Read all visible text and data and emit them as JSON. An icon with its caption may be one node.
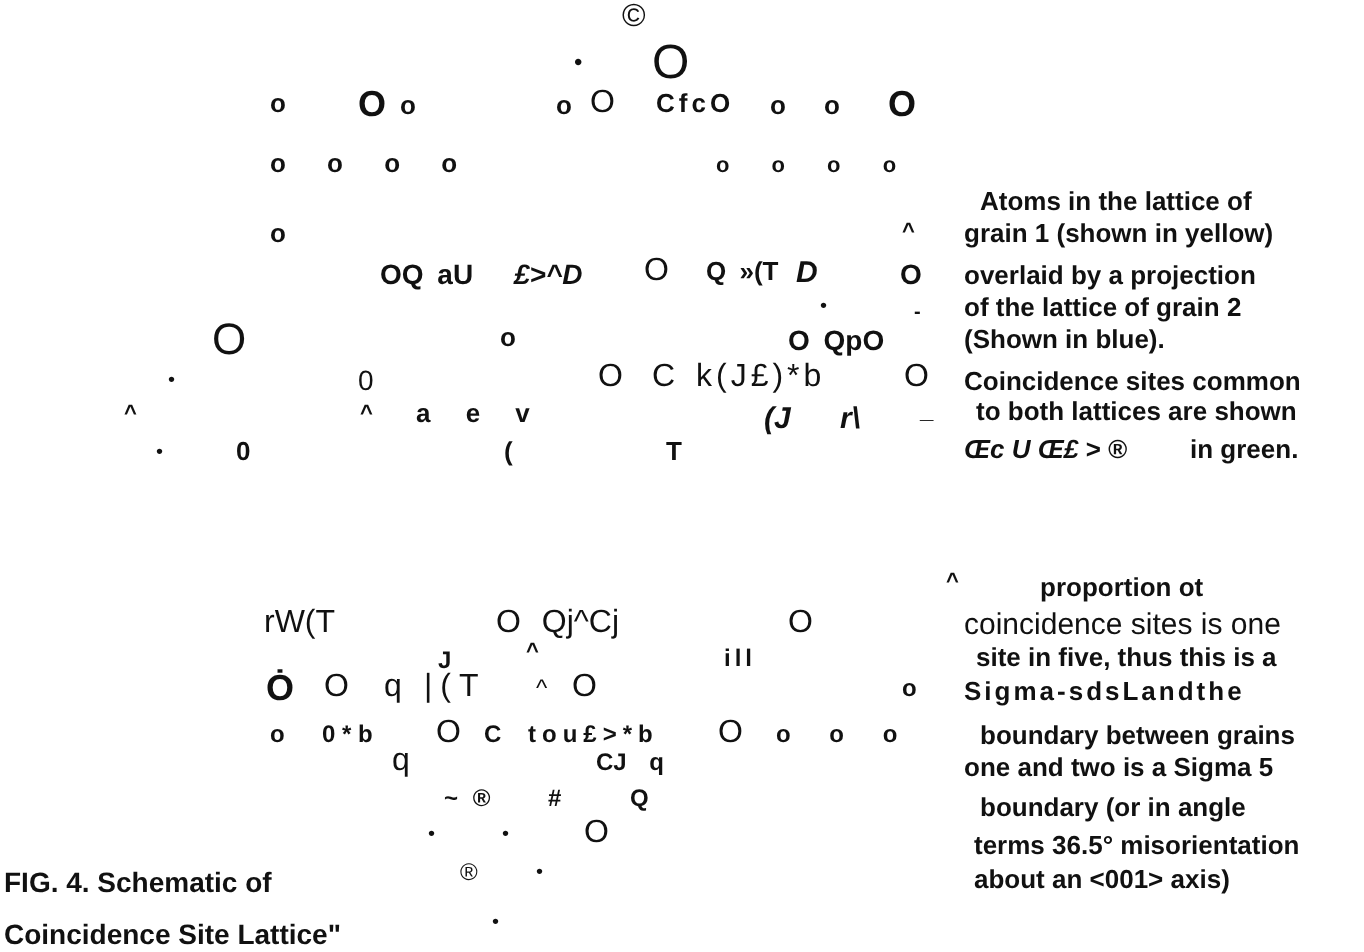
{
  "diagram": {
    "caption": "FIG. 4. Schematic of Coincidence Site Lattice\"",
    "labels": [
      "©",
      "•",
      "O",
      "o",
      "O",
      "o",
      "o",
      "O",
      "CfcO",
      "o",
      "o",
      "O",
      "o o o o",
      "o o o o",
      "o",
      "^",
      "OQ aU",
      "£>^D",
      "O",
      "Q »(T",
      "D",
      "O",
      "•",
      "-",
      "O",
      "o",
      "O QpO",
      "•",
      "0",
      "O",
      "C k(J£)*b",
      "O",
      "^",
      "^",
      "a e v",
      "(J",
      "r\\",
      "_",
      "•",
      "0",
      "(",
      "T",
      "Atoms in the lattice of",
      "grain 1 (shown in yellow)",
      "overlaid by a projection",
      "of the lattice of grain 2",
      "(Shown in blue).",
      "Coincidence sites common",
      "to both lattices are shown",
      "Œc U Œ£ > ®",
      "in green.",
      "^",
      "proportion ot",
      "coincidence sites is one",
      "site in five, thus this is a",
      "Sigma-sdsLandthe",
      "boundary between grains",
      "one and two is a Sigma 5",
      "boundary (or in angle",
      "terms 36.5° misorientation",
      "about an <001> axis)",
      "rW(T",
      "O Qj^Cj",
      "O",
      "J",
      "^",
      "ill",
      "Ȯ",
      "O",
      "q",
      "|(T",
      "^",
      "O",
      "o",
      "o",
      "0 * b",
      "O",
      "C tou£>*b",
      "O",
      "o o o",
      "q",
      "CJ q",
      "~ ®",
      "#",
      "Q",
      "•",
      "•",
      "O",
      "®",
      "•",
      "•"
    ]
  }
}
